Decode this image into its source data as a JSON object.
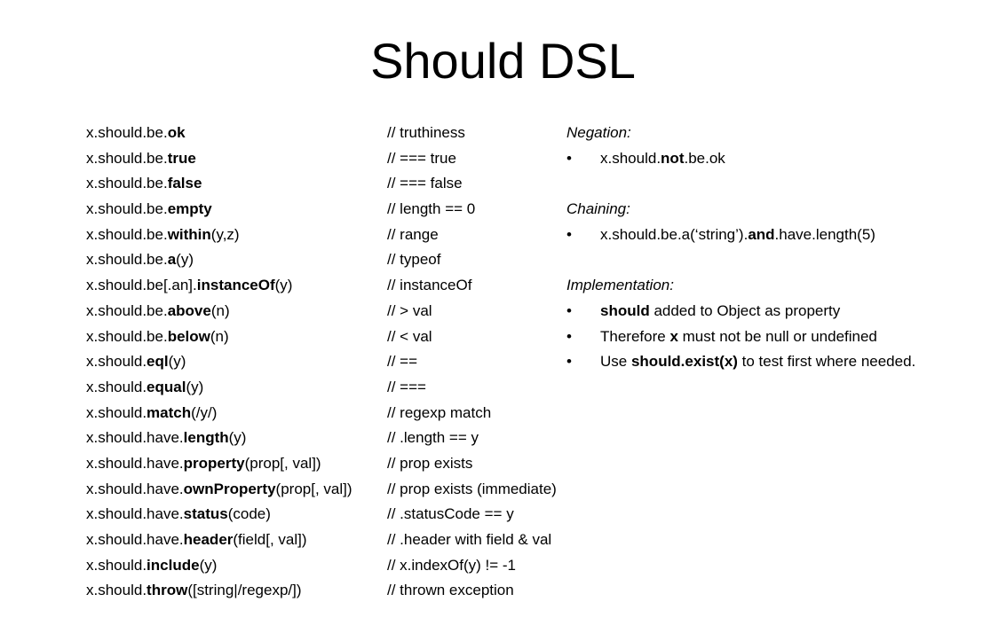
{
  "slide": {
    "title": "Should DSL"
  },
  "assertions": [
    {
      "prefix": "x.should.be.",
      "keyword": "ok",
      "suffix": "",
      "comment": "// truthiness"
    },
    {
      "prefix": "x.should.be.",
      "keyword": "true",
      "suffix": "",
      "comment": "// === true"
    },
    {
      "prefix": "x.should.be.",
      "keyword": "false",
      "suffix": "",
      "comment": "// === false"
    },
    {
      "prefix": "x.should.be.",
      "keyword": "empty",
      "suffix": "",
      "comment": "// length == 0"
    },
    {
      "prefix": "x.should.be.",
      "keyword": "within",
      "suffix": "(y,z)",
      "comment": "// range"
    },
    {
      "prefix": "x.should.be.",
      "keyword": "a",
      "suffix": "(y)",
      "comment": "// typeof"
    },
    {
      "prefix": "x.should.be[.an].",
      "keyword": "instanceOf",
      "suffix": "(y)",
      "comment": "// instanceOf"
    },
    {
      "prefix": "x.should.be.",
      "keyword": "above",
      "suffix": "(n)",
      "comment": "// > val"
    },
    {
      "prefix": "x.should.be.",
      "keyword": "below",
      "suffix": "(n)",
      "comment": "// < val"
    },
    {
      "prefix": "x.should.",
      "keyword": "eql",
      "suffix": "(y)",
      "comment": "// =="
    },
    {
      "prefix": "x.should.",
      "keyword": "equal",
      "suffix": "(y)",
      "comment": "// ==="
    },
    {
      "prefix": "x.should.",
      "keyword": "match",
      "suffix": "(/y/)",
      "comment": "// regexp match"
    },
    {
      "prefix": "x.should.have.",
      "keyword": "length",
      "suffix": "(y)",
      "comment": "// .length == y"
    },
    {
      "prefix": "x.should.have.",
      "keyword": "property",
      "suffix": "(prop[, val])",
      "comment": "// prop exists"
    },
    {
      "prefix": "x.should.have.",
      "keyword": "ownProperty",
      "suffix": "(prop[, val])",
      "comment": "// prop exists (immediate)"
    },
    {
      "prefix": "x.should.have.",
      "keyword": "status",
      "suffix": "(code)",
      "comment": "// .statusCode == y"
    },
    {
      "prefix": "x.should.have.",
      "keyword": "header",
      "suffix": "(field[, val])",
      "comment": "// .header with field & val"
    },
    {
      "prefix": "x.should.",
      "keyword": "include",
      "suffix": "(y)",
      "comment": "// x.indexOf(y) != -1"
    },
    {
      "prefix": "x.should.",
      "keyword": "throw",
      "suffix": "([string|/regexp/])",
      "comment": "// thrown exception"
    }
  ],
  "notes": {
    "bullet_symbol": "•",
    "negation": {
      "heading": "Negation:",
      "item": {
        "prefix": "x.should.",
        "bold": "not",
        "suffix": ".be.ok"
      }
    },
    "chaining": {
      "heading": "Chaining:",
      "item": {
        "prefix": "x.should.be.a(‘string’).",
        "bold": "and",
        "suffix": ".have.length(5)"
      }
    },
    "implementation": {
      "heading": "Implementation:",
      "items": [
        {
          "prefix": "",
          "bold": "should",
          "suffix": " added to Object as property"
        },
        {
          "prefix": "Therefore ",
          "bold": "x",
          "suffix": " must not be null or undefined"
        },
        {
          "prefix": "Use ",
          "bold": "should.exist(x)",
          "suffix": " to test first where needed."
        }
      ]
    }
  }
}
